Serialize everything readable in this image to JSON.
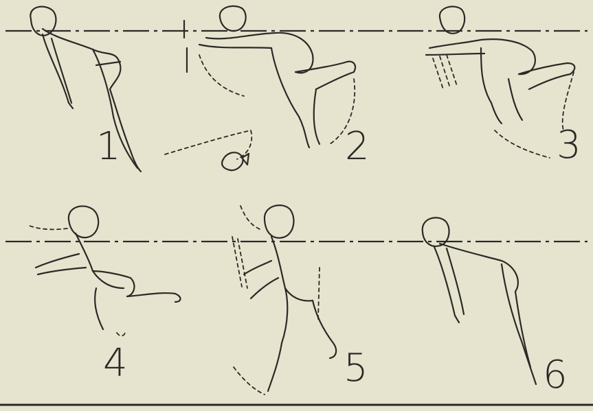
{
  "diagram": {
    "panels": [
      {
        "number": "1",
        "pose": "floating-face-down-arms-hanging"
      },
      {
        "number": "2",
        "pose": "arms-reach-forward-knees-tuck"
      },
      {
        "number": "3",
        "pose": "head-down-legs-tucked"
      },
      {
        "number": "4",
        "pose": "head-up-breath-arms-forward"
      },
      {
        "number": "5",
        "pose": "head-up-arms-push-down-kick"
      },
      {
        "number": "6",
        "pose": "return-to-float"
      }
    ],
    "ink_color": "#2a2a25",
    "paper_color": "#e6e3cf"
  }
}
